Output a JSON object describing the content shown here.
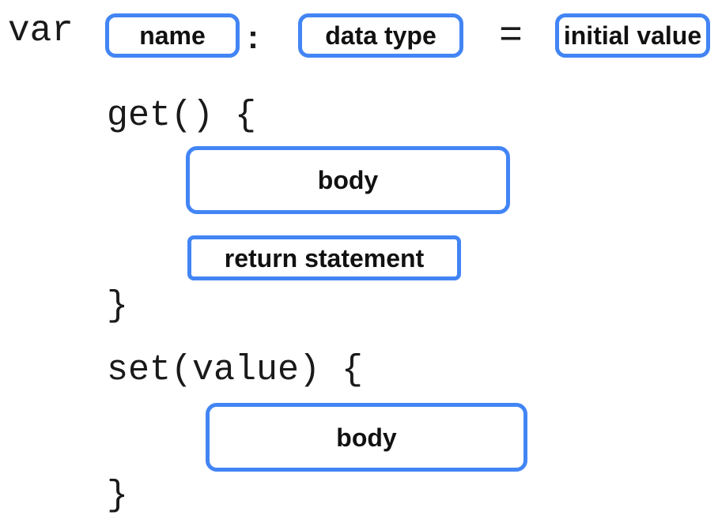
{
  "colors": {
    "accent_blue": "#4285F4",
    "text": "#1a1a1a",
    "background": "#ffffff"
  },
  "declaration": {
    "keyword": "var",
    "colon": ":",
    "equals": "=",
    "boxes": {
      "name": "name",
      "data_type": "data type",
      "initial_value": "initial value"
    }
  },
  "getter": {
    "open": "get() {",
    "body": "body",
    "return_statement": "return statement",
    "close": "}"
  },
  "setter": {
    "open": "set(value) {",
    "body": "body",
    "close": "}"
  }
}
